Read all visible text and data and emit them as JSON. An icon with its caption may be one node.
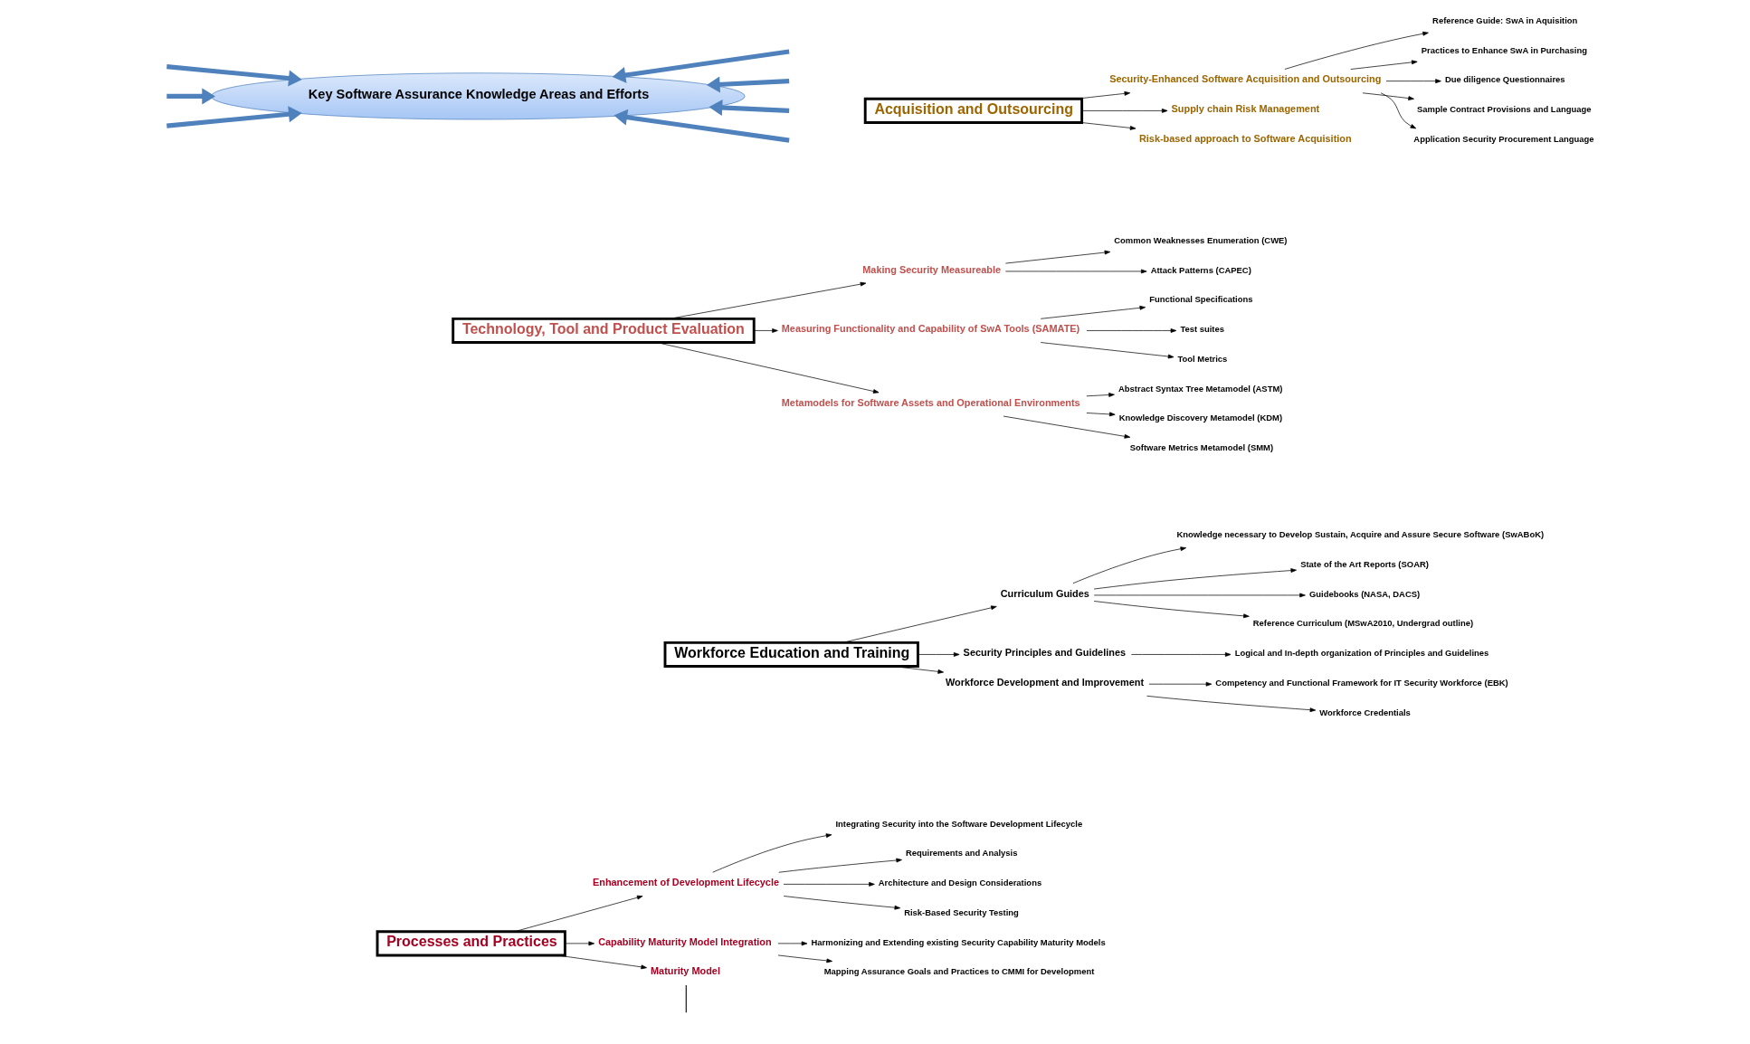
{
  "diagram": {
    "nodes": [
      {
        "text": [
          "Processes and Practices"
        ]
      },
      {
        "text": [
          "Enhancement of Development Lifecycle"
        ]
      },
      {
        "text": [
          "Integrating Security into the Software Development Lifecycle"
        ]
      },
      {
        "text": [
          "Requirements and Analysis"
        ]
      },
      {
        "text": [
          "Architecture and Design Considerations"
        ]
      },
      {
        "text": [
          "Risk-Based Security Testing"
        ]
      },
      {
        "text": [
          "Capability Maturity Model Integration"
        ]
      },
      {
        "text": [
          "Harmonizing and Extending existing Security Capability Maturity Models"
        ]
      },
      {
        "text": [
          "Mapping Assurance Goals and Practices to CMMI for Development"
        ]
      },
      {
        "text": [
          "Maturity Model"
        ]
      },
      {
        "text": [
          "Workforce Education and Training"
        ]
      },
      {
        "text": [
          "Curriculum Guides"
        ]
      },
      {
        "text": [
          "Knowledge necessary to Develop Sustain, Acquire and Assure Secure Software (SwABoK)"
        ]
      },
      {
        "text": [
          "State of the Art Reports (SOAR)"
        ]
      },
      {
        "text": [
          "Guidebooks (NASA, DACS)"
        ]
      },
      {
        "text": [
          "Reference Curriculum (MSwA2010, Undergrad outline)"
        ]
      },
      {
        "text": [
          "Security Principles and Guidelines"
        ]
      },
      {
        "text": [
          "Logical and In-depth organization of Principles and Guidelines"
        ]
      },
      {
        "text": [
          "Workforce Development and Improvement"
        ]
      },
      {
        "text": [
          "Competency and Functional Framework for IT Security Workforce (EBK)"
        ]
      },
      {
        "text": [
          "Workforce Credentials"
        ]
      },
      {
        "text": [
          "Technology, Tool and Product Evaluation"
        ]
      },
      {
        "text": [
          "Making Security Measureable"
        ]
      },
      {
        "text": [
          "Common Weaknesses Enumeration (CWE)"
        ]
      },
      {
        "text": [
          "Attack Patterns (CAPEC)"
        ]
      },
      {
        "text": [
          "Measuring Functionality and Capability of SwA Tools (SAMATE)"
        ]
      },
      {
        "text": [
          "Functional Specifications"
        ]
      },
      {
        "text": [
          "Test suites"
        ]
      },
      {
        "text": [
          "Tool Metrics"
        ]
      },
      {
        "text": [
          "Metamodels for Software Assets and Operational Environments"
        ]
      },
      {
        "text": [
          "Abstract Syntax Tree Metamodel (ASTM)"
        ]
      },
      {
        "text": [
          "Knowledge Discovery Metamodel (KDM)"
        ]
      },
      {
        "text": [
          "Software Metrics Metamodel (SMM)"
        ]
      },
      {
        "text": [
          "Acquisition and Outsourcing"
        ]
      },
      {
        "text": [
          "Security-Enhanced Software Acquisition and Outsourcing"
        ]
      },
      {
        "text": [
          "Reference Guide: SwA in Aquisition"
        ]
      },
      {
        "text": [
          "Practices to Enhance SwA in Purchasing"
        ]
      },
      {
        "text": [
          "Due diligence Questionnaires"
        ]
      },
      {
        "text": [
          "Sample Contract Provisions and Language"
        ]
      },
      {
        "text": [
          "Application Security Procurement Language"
        ]
      },
      {
        "text": [
          "Supply chain Risk Management"
        ]
      },
      {
        "text": [
          "Risk-based approach to Software Acquisition"
        ]
      },
      {
        "text": [
          "Key Software Assurance Knowledge Areas and Efforts"
        ]
      }
    ],
    "edges": [
      {
        "from": 0,
        "to": 1,
        "arrow": "to"
      },
      {
        "from": 1,
        "to": 2,
        "arrow": "to"
      },
      {
        "from": 1,
        "to": 3,
        "arrow": "to"
      },
      {
        "from": 1,
        "to": 4,
        "arrow": "to"
      },
      {
        "from": 1,
        "to": 5,
        "arrow": "to"
      },
      {
        "from": 0,
        "to": 6,
        "arrow": "to"
      },
      {
        "from": 6,
        "to": 7,
        "arrow": "to"
      },
      {
        "from": 6,
        "to": 8,
        "arrow": "to"
      },
      {
        "from": 0,
        "to": 9,
        "arrow": "to"
      },
      {
        "from": 9,
        "to": null,
        "arrow": "none"
      },
      {
        "from": 10,
        "to": 11,
        "arrow": "to"
      },
      {
        "from": 11,
        "to": 12,
        "arrow": "to"
      },
      {
        "from": 11,
        "to": 13,
        "arrow": "to"
      },
      {
        "from": 11,
        "to": 14,
        "arrow": "to"
      },
      {
        "from": 11,
        "to": 15,
        "arrow": "to"
      },
      {
        "from": 10,
        "to": 16,
        "arrow": "to"
      },
      {
        "from": 16,
        "to": 17,
        "arrow": "to"
      },
      {
        "from": 10,
        "to": 18,
        "arrow": "to"
      },
      {
        "from": 18,
        "to": 19,
        "arrow": "to"
      },
      {
        "from": 18,
        "to": 20,
        "arrow": "to"
      },
      {
        "from": 21,
        "to": 22,
        "arrow": "to"
      },
      {
        "from": 22,
        "to": 23,
        "arrow": "to"
      },
      {
        "from": 22,
        "to": 24,
        "arrow": "to"
      },
      {
        "from": 21,
        "to": 25,
        "arrow": "to"
      },
      {
        "from": 25,
        "to": 26,
        "arrow": "to"
      },
      {
        "from": 25,
        "to": 27,
        "arrow": "to"
      },
      {
        "from": 25,
        "to": 28,
        "arrow": "to"
      },
      {
        "from": 21,
        "to": 29,
        "arrow": "to"
      },
      {
        "from": 29,
        "to": 30,
        "arrow": "to"
      },
      {
        "from": 29,
        "to": 31,
        "arrow": "to"
      },
      {
        "from": 29,
        "to": 32,
        "arrow": "to"
      },
      {
        "from": 33,
        "to": 34,
        "arrow": "to"
      },
      {
        "from": 34,
        "to": 35,
        "arrow": "to"
      },
      {
        "from": 34,
        "to": 36,
        "arrow": "to"
      },
      {
        "from": 34,
        "to": 37,
        "arrow": "to"
      },
      {
        "from": 34,
        "to": 38,
        "arrow": "to"
      },
      {
        "from": 34,
        "to": 39,
        "arrow": "to"
      },
      {
        "from": 33,
        "to": 40,
        "arrow": "to"
      },
      {
        "from": 33,
        "to": 41,
        "arrow": "to"
      },
      {
        "from": null,
        "to": 42,
        "arrow": "to",
        "style": "thick",
        "color": "#4f81bd"
      },
      {
        "from": null,
        "to": 42,
        "arrow": "to",
        "style": "thick",
        "color": "#4f81bd"
      },
      {
        "from": null,
        "to": 42,
        "arrow": "to",
        "style": "thick",
        "color": "#4f81bd"
      },
      {
        "from": null,
        "to": 42,
        "arrow": "to",
        "style": "thick",
        "color": "#4f81bd"
      },
      {
        "from": null,
        "to": 42,
        "arrow": "to",
        "style": "thick",
        "color": "#4f81bd"
      },
      {
        "from": null,
        "to": 42,
        "arrow": "to",
        "style": "thick",
        "color": "#4f81bd"
      },
      {
        "from": null,
        "to": 42,
        "arrow": "to",
        "style": "thick",
        "color": "#4f81bd"
      }
    ]
  }
}
